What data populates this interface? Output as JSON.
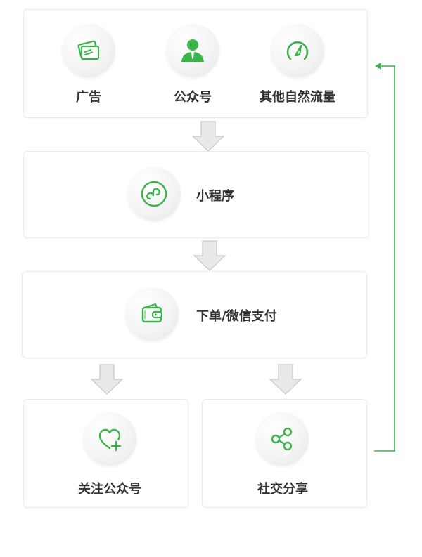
{
  "colors": {
    "accent": "#3ab54a",
    "text": "#333333",
    "card_border": "#ececec",
    "arrow_fill": "#e9e9e9",
    "arrow_stroke": "#c8c8c8"
  },
  "sources": {
    "ad": {
      "label": "广告",
      "icon": "card-icon"
    },
    "official_account": {
      "label": "公众号",
      "icon": "person-icon"
    },
    "natural_traffic": {
      "label": "其他自然流量",
      "icon": "gauge-icon"
    }
  },
  "mini_program": {
    "label": "小程序",
    "icon": "mini-program-icon"
  },
  "order_pay": {
    "label": "下单/微信支付",
    "icon": "wallet-icon"
  },
  "follow": {
    "label": "关注公众号",
    "icon": "heart-plus-icon"
  },
  "share": {
    "label": "社交分享",
    "icon": "share-icon"
  }
}
